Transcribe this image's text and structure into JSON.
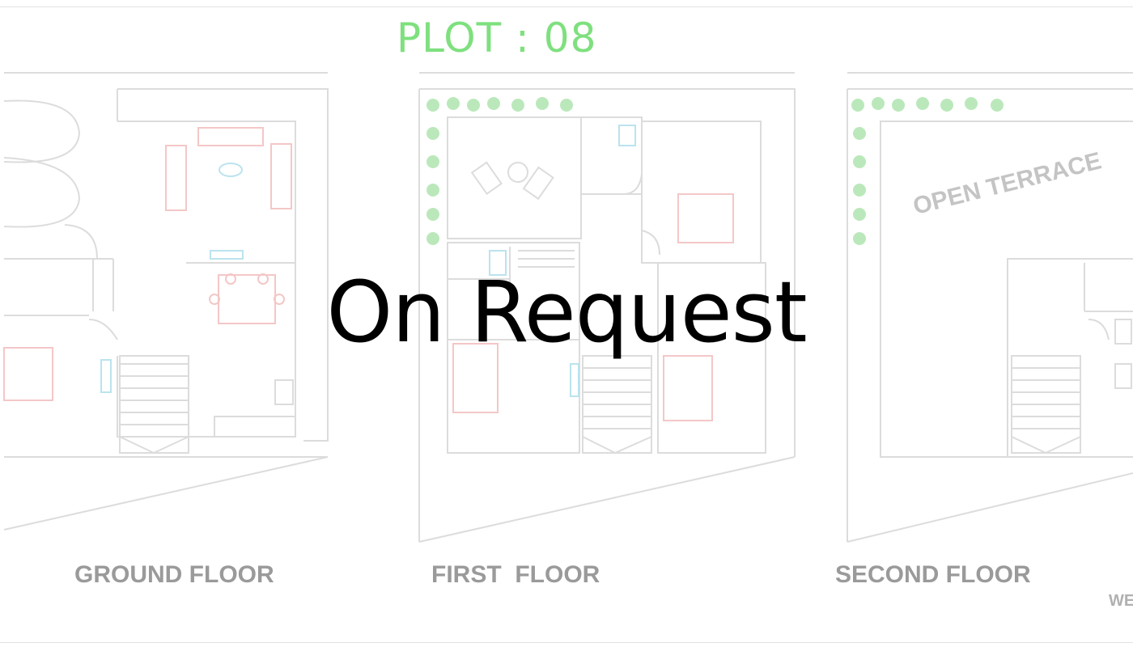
{
  "plot_title": "PLOT : 08",
  "overlay_text": "On Request",
  "floors": [
    {
      "label": "GROUND FLOOR"
    },
    {
      "label": "FIRST  FLOOR"
    },
    {
      "label": "SECOND FLOOR"
    }
  ],
  "terrace_label": "OPEN TERRACE",
  "edge_fragment": "WE",
  "colors": {
    "plan_lines": "#9e9e9e",
    "furniture": "#e06060",
    "plants": "#3fbf3f",
    "title": "#7ee07e",
    "overlay": "#000000"
  }
}
